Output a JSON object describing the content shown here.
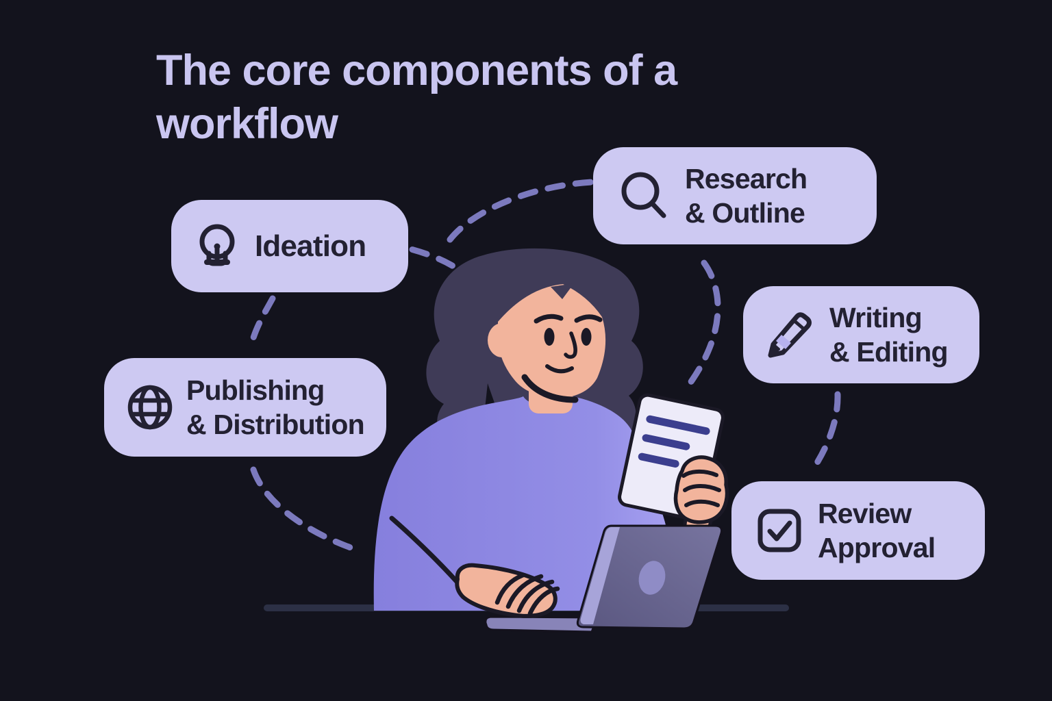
{
  "title": {
    "line1": "The core components of a",
    "line2": "workflow"
  },
  "steps": [
    {
      "id": "ideation",
      "line1": "Ideation",
      "line2": "",
      "icon": "lightbulb-icon"
    },
    {
      "id": "research-outline",
      "line1": "Research",
      "line2": "& Outline",
      "icon": "magnifier-icon"
    },
    {
      "id": "writing-editing",
      "line1": "Writing",
      "line2": "& Editing",
      "icon": "pencil-icon"
    },
    {
      "id": "review-approval",
      "line1": "Review",
      "line2": "Approval",
      "icon": "checkbox-icon"
    },
    {
      "id": "publishing-distribution",
      "line1": "Publishing",
      "line2": "& Distribution",
      "icon": "globe-icon"
    }
  ],
  "illustration": {
    "description": "Woman with dark hair in purple sweater sitting at a desk, typing on a laptop and reading a document, surrounded by dashed connector lines linking the workflow step cards"
  },
  "colors": {
    "background": "#13131d",
    "card_background": "#cdc9f2",
    "card_text": "#232132",
    "title_text": "#c9c5f0",
    "dashed_connector": "#7c7abe",
    "sweater": "#8d88e2",
    "skin": "#f2b49c",
    "hair": "#3f3b57",
    "laptop": "#68658f",
    "document": "#edebf9",
    "document_lines": "#3b3e8e",
    "desk_line": "#2c3045"
  }
}
